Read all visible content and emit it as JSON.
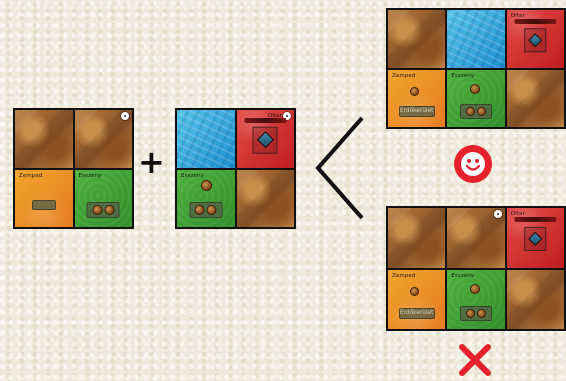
{
  "labels": {
    "swamp": "Zemped",
    "forest": "Esszeny",
    "fortress": "Oltar",
    "slot_text": "Erdőkerület"
  },
  "badges": {
    "dot": "1"
  },
  "operators": {
    "plus": "+",
    "branch": "<"
  },
  "results": {
    "good": "smiley-icon",
    "bad": "cross-icon",
    "good_color": "#e4212d",
    "bad_color": "#e4212d"
  },
  "colors": {
    "water": "#1f8fd0",
    "red": "#c01e22",
    "orange": "#e77b21",
    "green": "#2f8e2a",
    "desert": "#8b5428"
  }
}
